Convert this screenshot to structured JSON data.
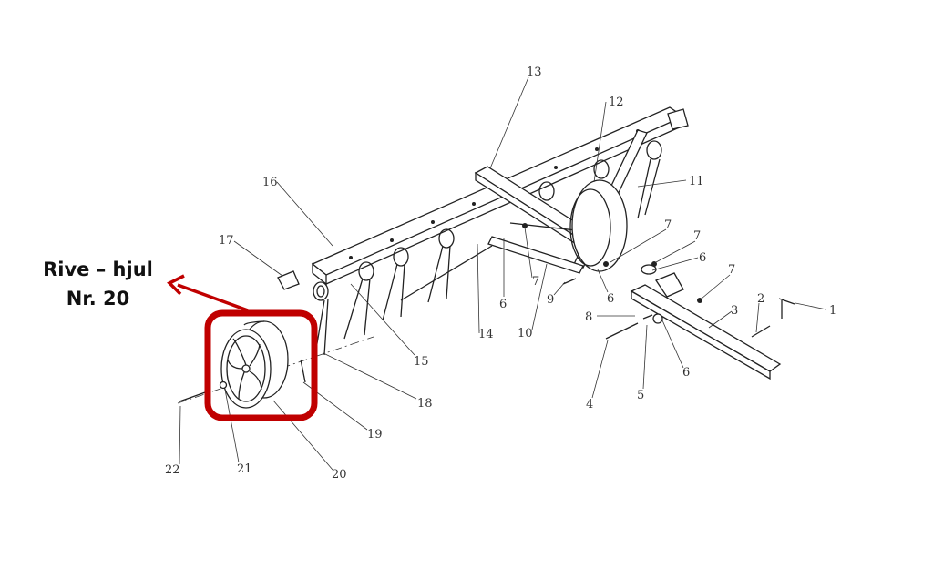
{
  "callout": {
    "title": "Rive – hjul",
    "part_ref": "Nr. 20",
    "color": "#c00000"
  },
  "labels": {
    "p1": "1",
    "p2": "2",
    "p3": "3",
    "p4": "4",
    "p5": "5",
    "p6a": "6",
    "p6b": "6",
    "p6c": "6",
    "p6d": "6",
    "p7a": "7",
    "p7b": "7",
    "p7c": "7",
    "p7d": "7",
    "p8": "8",
    "p9": "9",
    "p10": "10",
    "p11": "11",
    "p12": "12",
    "p13": "13",
    "p14": "14",
    "p15": "15",
    "p16": "16",
    "p17": "17",
    "p18": "18",
    "p19": "19",
    "p20": "20",
    "p21": "21",
    "p22": "22"
  }
}
